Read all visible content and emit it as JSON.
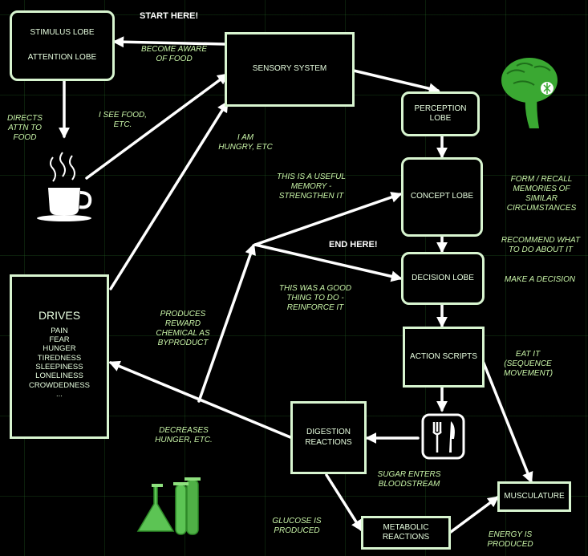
{
  "banners": {
    "start": "START HERE!",
    "end": "END HERE!"
  },
  "nodes": {
    "stimulus_lobe": "STIMULUS LOBE",
    "attention_lobe": "ATTENTION LOBE",
    "sensory_system": "SENSORY SYSTEM",
    "perception_lobe_line1": "PERCEPTION",
    "perception_lobe_line2": "LOBE",
    "concept_lobe": "CONCEPT LOBE",
    "decision_lobe": "DECISION LOBE",
    "action_scripts": "ACTION SCRIPTS",
    "digestion_reactions_line1": "DIGESTION",
    "digestion_reactions_line2": "REACTIONS",
    "metabolic_reactions_line1": "METABOLIC",
    "metabolic_reactions_line2": "REACTIONS",
    "musculature": "MUSCULATURE",
    "drives_title": "DRIVES",
    "drives_items": [
      "PAIN",
      "FEAR",
      "HUNGER",
      "TIREDNESS",
      "SLEEPINESS",
      "LONELINESS",
      "CROWDEDNESS",
      "..."
    ]
  },
  "annotations": {
    "become_aware": "BECOME AWARE\nOF FOOD",
    "directs_attn": "DIRECTS\nATTN TO\nFOOD",
    "i_see_food": "I SEE FOOD,\nETC.",
    "i_am_hungry": "I AM\nHUNGRY, ETC",
    "useful_memory": "THIS IS A USEFUL\nMEMORY -\nSTRENGTHEN IT",
    "form_recall": "FORM / RECALL\nMEMORIES OF\nSIMILAR\nCIRCUMSTANCES",
    "recommend": "RECOMMEND WHAT\nTO DO ABOUT IT",
    "make_decision": "MAKE A DECISION",
    "good_thing": "THIS WAS A GOOD\nTHING TO DO -\nREINFORCE IT",
    "produces_reward": "PRODUCES\nREWARD\nCHEMICAL AS\nBYPRODUCT",
    "eat_it": "EAT IT\n(SEQUENCE\nMOVEMENT)",
    "decreases_hunger": "DECREASES\nHUNGER, ETC.",
    "sugar_enters": "SUGAR ENTERS\nBLOODSTREAM",
    "glucose_produced": "GLUCOSE IS\nPRODUCED",
    "energy_produced": "ENERGY IS\nPRODUCED"
  },
  "icons": [
    "coffee-cup-icon",
    "brain-icon",
    "fork-knife-icon",
    "lab-flask-icon"
  ],
  "colors": {
    "background": "#000000",
    "box_border": "#d8f5d0",
    "annotation_text": "#c9f5a8",
    "arrow": "#ffffff",
    "brain_green": "#3aa832",
    "flask_green": "#5cc454"
  }
}
